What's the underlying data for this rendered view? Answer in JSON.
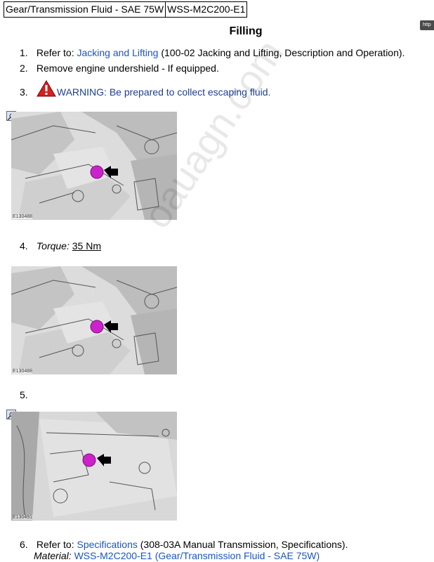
{
  "header": {
    "fluid_name": "Gear/Transmission Fluid - SAE 75W",
    "spec_code": "WSS-M2C200-E1",
    "url_tab": "http"
  },
  "title": "Filling",
  "steps": [
    {
      "num": "1.",
      "prefix": "Refer to: ",
      "link": "Jacking and Lifting",
      "suffix": " (100-02 Jacking and Lifting, Description and Operation)."
    },
    {
      "num": "2.",
      "text": "Remove engine undershield - If equipped."
    },
    {
      "num": "3.",
      "warning": "WARNING: Be prepared to collect escaping fluid."
    },
    {
      "num": "4.",
      "label": "Torque:",
      "value": "35 Nm"
    },
    {
      "num": "5."
    },
    {
      "num": "6.",
      "prefix": "Refer to: ",
      "link": "Specifications",
      "suffix": " (308-03A Manual Transmission, Specifications).",
      "material_label": "Material:",
      "material_link": "WSS-M2C200-E1 (Gear/Transmission Fluid - SAE 75W)"
    }
  ],
  "figures": [
    {
      "code": "E130488"
    },
    {
      "code": "E130488"
    },
    {
      "code": "E130491"
    }
  ],
  "watermark": "oauagn.com",
  "colors": {
    "link": "#1a55c4",
    "warning_text": "#1d3f8f",
    "plug": "#cc22cc",
    "warning_icon": "#d42020"
  }
}
